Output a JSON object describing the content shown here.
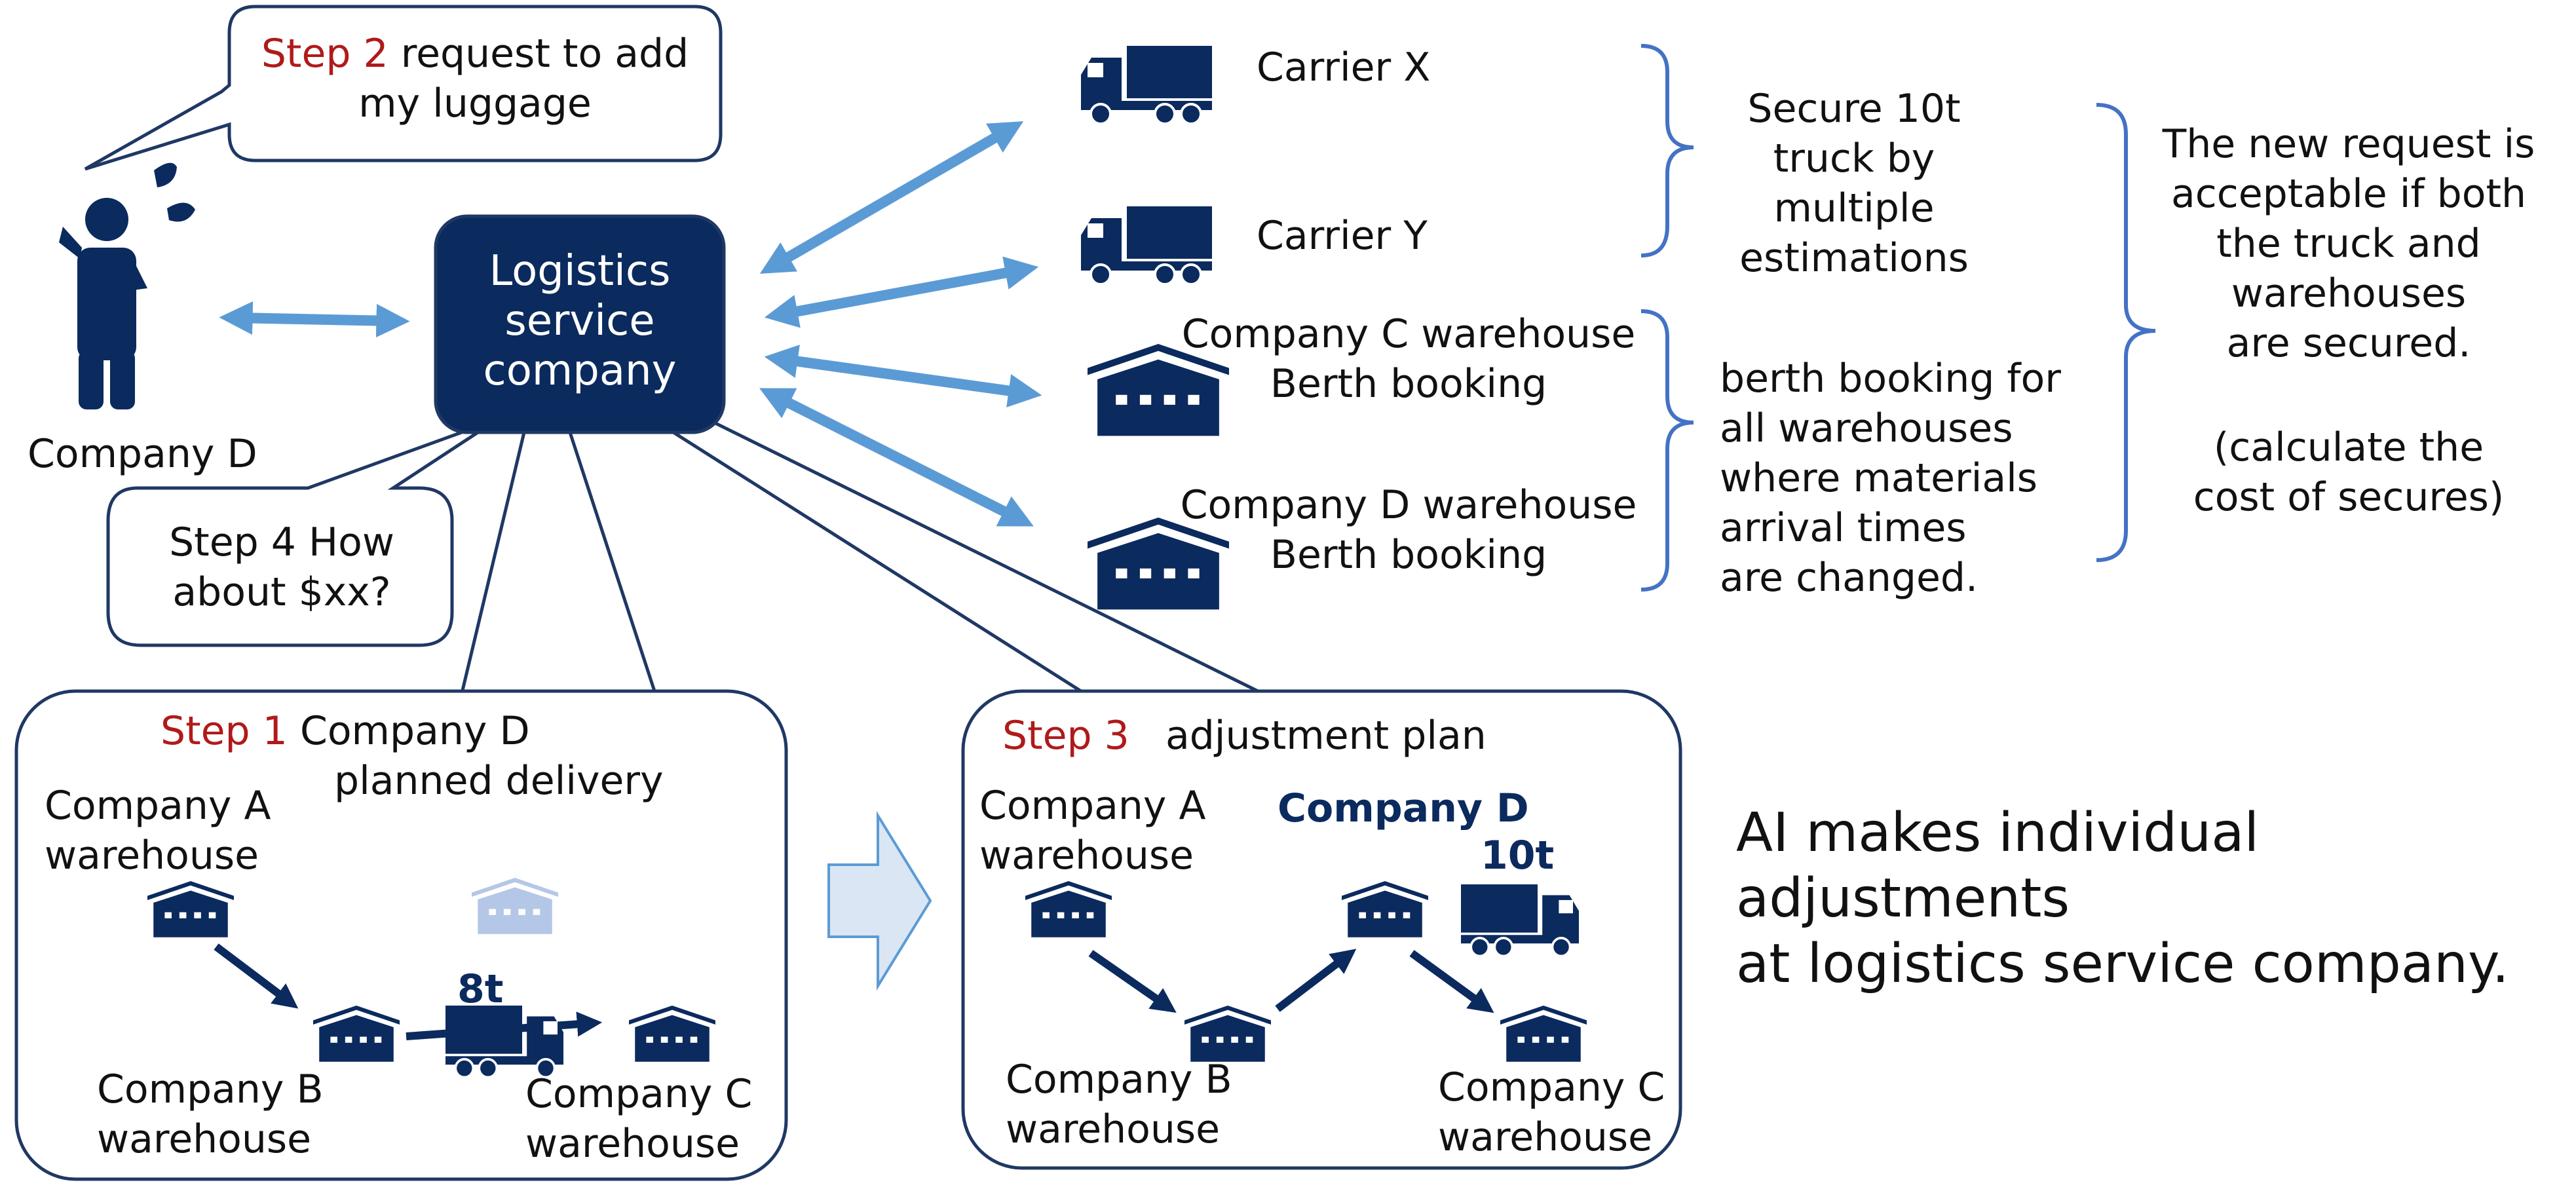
{
  "colors": {
    "navy": "#0b2a5e",
    "arrow_blue": "#5b9bd5",
    "faded_warehouse": "#b4c7e7",
    "outline": "#1f3864",
    "step_red": "#b01a1a",
    "process_arrow_fill": "#dae6f4"
  },
  "icons": [
    "person-icon",
    "sweat-drops-icon",
    "truck-icon",
    "warehouse-icon",
    "process-arrow-icon"
  ],
  "company_d_person": {
    "label": "Company D"
  },
  "bubble_step2": {
    "step": "Step 2",
    "line1": "request to add",
    "line2": "my luggage"
  },
  "hub": {
    "line1": "Logistics",
    "line2": "service",
    "line3": "company"
  },
  "bubble_step4": {
    "line1": "Step 4 How",
    "line2": "about $xx?"
  },
  "resources": {
    "carrier_x": "Carrier X",
    "carrier_y": "Carrier Y",
    "company_c_wh_line1": "Company C warehouse",
    "company_c_wh_line2": "Berth booking",
    "company_d_wh_line1": "Company D warehouse",
    "company_d_wh_line2": "Berth booking"
  },
  "notes": {
    "truck": [
      "Secure 10t",
      "truck by",
      "multiple",
      "estimations"
    ],
    "berth": [
      "berth booking for",
      "all warehouses",
      "where materials",
      "arrival times",
      "are changed."
    ],
    "acceptance": [
      "The new request is",
      "acceptable if both",
      "the truck and",
      "warehouses",
      "are secured."
    ],
    "cost": [
      "(calculate the",
      "cost of secures)"
    ]
  },
  "step1_panel": {
    "step": "Step 1",
    "title_line1": "Company D",
    "title_line2": "planned delivery",
    "wh_a": [
      "Company A",
      "warehouse"
    ],
    "wh_b": [
      "Company B",
      "warehouse"
    ],
    "wh_c": [
      "Company C",
      "warehouse"
    ],
    "truck_label": "8t"
  },
  "step3_panel": {
    "step": "Step 3",
    "title": "adjustment plan",
    "wh_a": [
      "Company A",
      "warehouse"
    ],
    "company_d": "Company D",
    "truck_label": "10t",
    "wh_b": [
      "Company B",
      "warehouse"
    ],
    "wh_c": [
      "Company C",
      "warehouse"
    ]
  },
  "ai_statement": [
    "AI makes individual",
    "adjustments",
    "at logistics service company."
  ]
}
